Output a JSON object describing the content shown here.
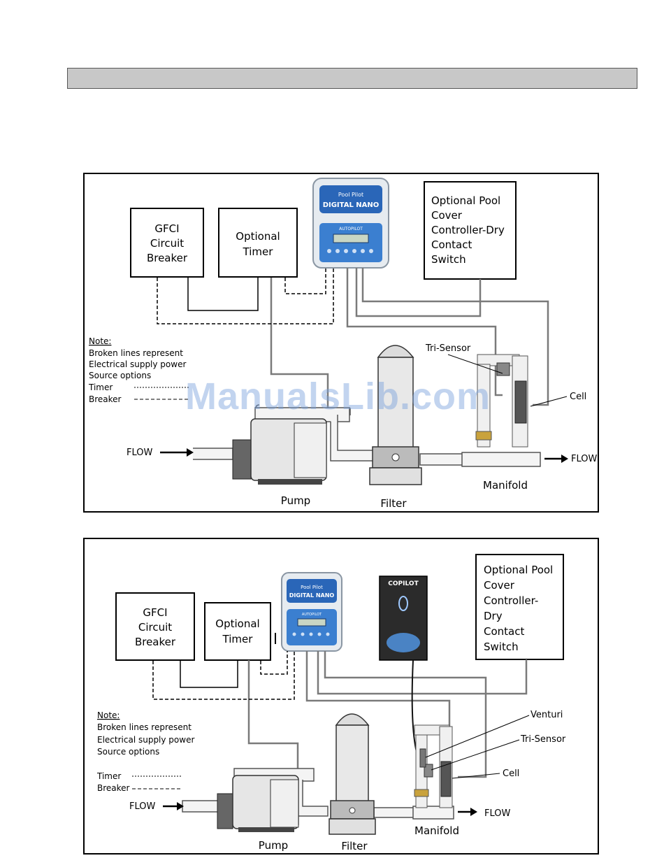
{
  "header": {
    "title": ""
  },
  "watermark": "ManualsLib.com",
  "diagram1": {
    "gfci": [
      "GFCI",
      "Circuit",
      "Breaker"
    ],
    "timer": [
      "Optional",
      "Timer"
    ],
    "cover": [
      "Optional Pool",
      "Cover",
      "Controller-Dry",
      "Contact",
      "Switch"
    ],
    "controller_brand": "Pool Pilot",
    "controller_model": "DIGITAL NANO",
    "controller_sub": "AUTOPILOT",
    "note": [
      "Note:",
      "Broken lines represent",
      "Electrical supply power",
      "Source options"
    ],
    "legend_timer": "Timer",
    "legend_breaker": "Breaker",
    "tri_sensor": "Tri-Sensor",
    "cell": "Cell",
    "flow_in": "FLOW",
    "flow_out": "FLOW",
    "pump": "Pump",
    "filter": "Filter",
    "manifold": "Manifold"
  },
  "diagram2": {
    "gfci": [
      "GFCI",
      "Circuit",
      "Breaker"
    ],
    "timer": [
      "Optional",
      "Timer"
    ],
    "cover": [
      "Optional Pool",
      "Cover",
      "Controller-",
      "Dry",
      "Contact",
      "Switch"
    ],
    "controller_brand": "Pool Pilot",
    "controller_model": "DIGITAL NANO",
    "controller_sub": "AUTOPILOT",
    "copilot": "COPILOT",
    "note": [
      "Note:",
      "Broken lines represent",
      "Electrical supply power",
      "Source options"
    ],
    "legend_timer": "Timer",
    "legend_breaker": "Breaker",
    "venturi": "Venturi",
    "tri_sensor": "Tri-Sensor",
    "cell": "Cell",
    "flow_in": "FLOW",
    "flow_out": "FLOW",
    "pump": "Pump",
    "filter": "Filter",
    "manifold": "Manifold"
  }
}
